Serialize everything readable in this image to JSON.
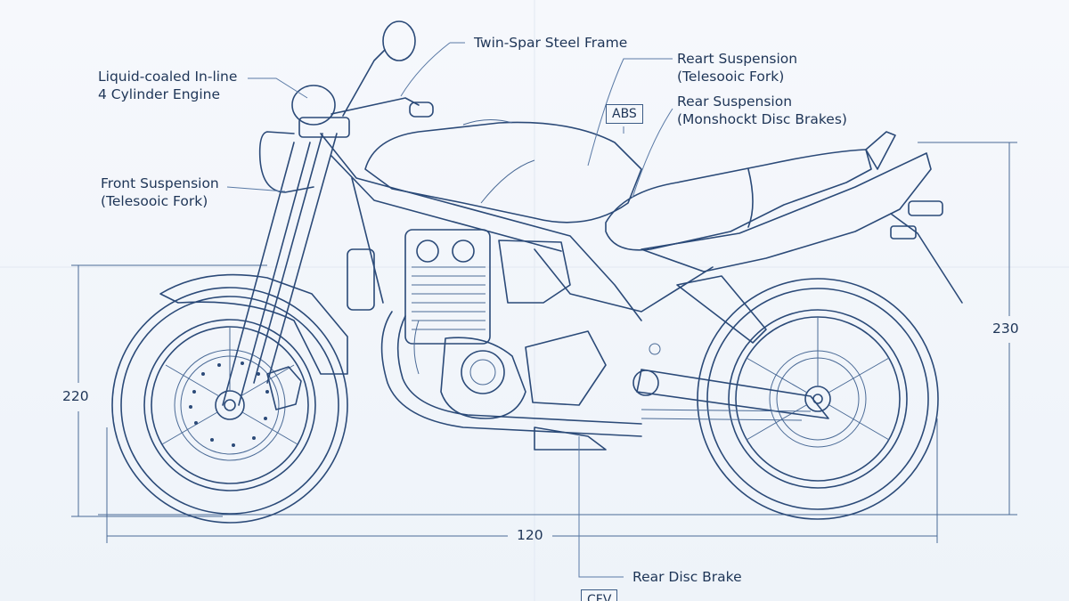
{
  "labels": {
    "frame": "Twin-Spar Steel Frame",
    "engine_line1": "Liquid-coaled In-line",
    "engine_line2": "4 Cylinder Engine",
    "front_susp_line1": "Front Suspension",
    "front_susp_line2": "(Telesooic Fork)",
    "reart_susp_line1": "Reart Suspension",
    "reart_susp_line2": "(Telesooic Fork)",
    "rear_susp_line1": "Rear Suspension",
    "rear_susp_line2": "(Monshockt Disc Brakes)",
    "abs": "ABS",
    "rear_disc": "Rear Disc Brake",
    "bottom_box": "CFV"
  },
  "dimensions": {
    "left_height": "220",
    "right_height": "230",
    "length": "120"
  },
  "colors": {
    "ink": "#2b4a78",
    "paper": "#f4f7fb",
    "text": "#1e3557"
  }
}
